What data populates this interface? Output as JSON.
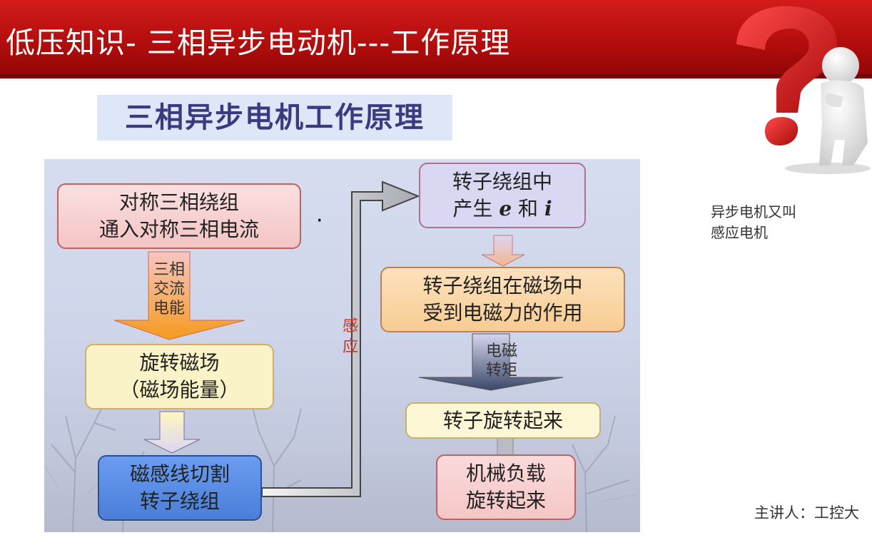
{
  "header": {
    "title": "低压知识- 三相异步电动机---工作原理"
  },
  "subtitle": "三相异步电机工作原理",
  "diagram": {
    "box_symmetric": {
      "line1": "对称三相绕组",
      "line2": "通入对称三相电流"
    },
    "label_ac": {
      "line1": "三相",
      "line2": "交流",
      "line3": "电能"
    },
    "box_rotating_field": {
      "line1": "旋转磁场",
      "line2": "（磁场能量）"
    },
    "box_flux_cut": {
      "line1": "磁感线切割",
      "line2": "转子绕组"
    },
    "label_induction": {
      "line1": "感",
      "line2": "应"
    },
    "box_rotor_emf": {
      "line1_prefix": "转子绕组中",
      "line2_prefix": "产生 ",
      "e": "e",
      "and": " 和 ",
      "i": "i"
    },
    "box_rotor_force": {
      "line1": "转子绕组在磁场中",
      "line2": "受到电磁力的作用"
    },
    "label_torque": {
      "line1": "电磁",
      "line2": "转矩"
    },
    "box_rotor_rotates": {
      "text": "转子旋转起来"
    },
    "box_load": {
      "line1": "机械负载",
      "line2": "旋转起来"
    },
    "dot": "·"
  },
  "side_note": {
    "line1": "异步电机又叫",
    "line2": "感应电机"
  },
  "presenter": "主讲人：工控大",
  "colors": {
    "header_red": "#c41414",
    "box_pink": "#f9d6d6",
    "box_yellow": "#fbf3c8",
    "box_blue": "#5b8fe8",
    "box_lavender": "#d9d7f2",
    "box_orange": "#fbd7a7",
    "question_mark": "#d61b1b"
  },
  "icons": {
    "question_figure": "question-mark-figure-icon"
  }
}
